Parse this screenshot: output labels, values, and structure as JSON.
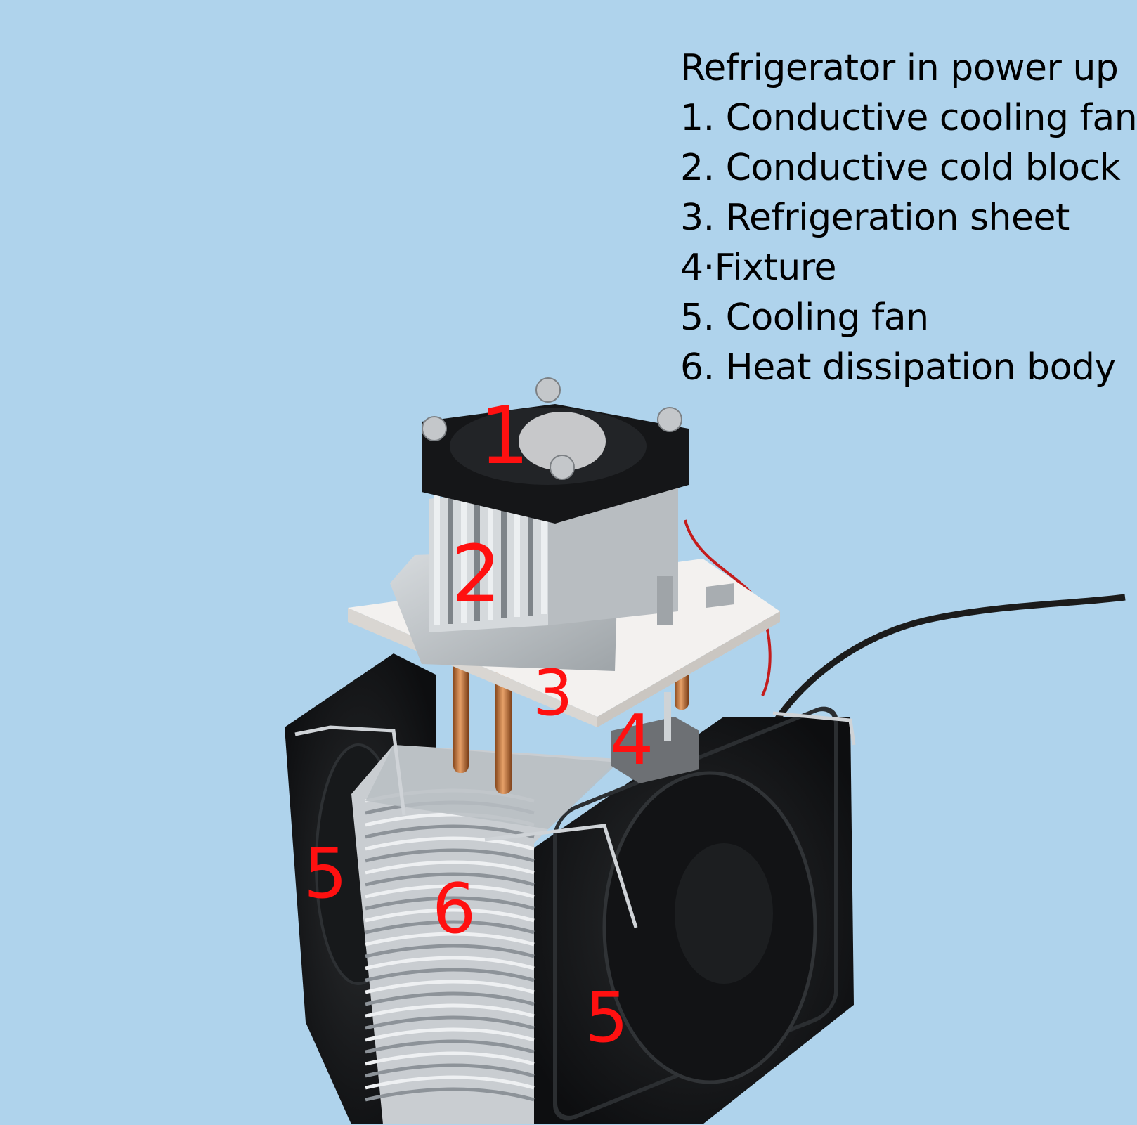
{
  "legend": {
    "title": "Refrigerator in power up",
    "items": [
      "1. Conductive cooling fan",
      "2. Conductive cold block",
      "3. Refrigeration sheet",
      "4·Fixture",
      "5. Cooling fan",
      "6. Heat dissipation body"
    ]
  },
  "markers": [
    "1",
    "2",
    "3",
    "4",
    "5",
    "6",
    "5"
  ],
  "colors": {
    "background": "#afd3ec",
    "marker": "#ff1010",
    "legend_text": "#000000"
  }
}
